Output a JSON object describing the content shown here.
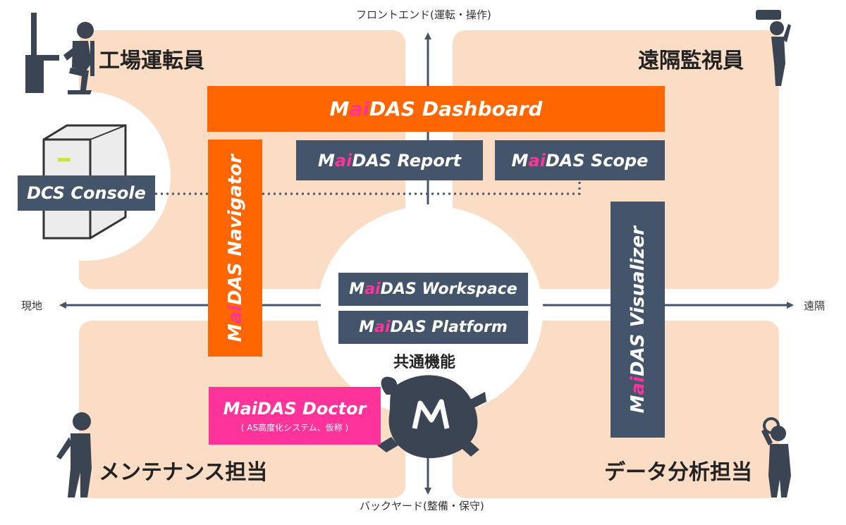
{
  "axes": {
    "top": "フロントエンド(運転・操作)",
    "bottom": "バックヤード(整備・保守)",
    "left": "現地",
    "right": "遠隔"
  },
  "roles": {
    "top_left": "工場運転員",
    "top_right": "遠隔監視員",
    "bottom_left": "メンテナンス担当",
    "bottom_right": "データ分析担当"
  },
  "products": {
    "prefix_m": "M",
    "prefix_ai": "ai",
    "dashboard": "DAS Dashboard",
    "report": "DAS Report",
    "scope": "DAS Scope",
    "navigator": "DAS Navigator",
    "visualizer": "DAS Visualizer",
    "workspace": "DAS Workspace",
    "platform": "DAS Platform",
    "doctor": "MaiDAS Doctor",
    "doctor_sub": "( AS高度化システム、仮称 )",
    "dcs_console": "DCS Console"
  },
  "common_label": "共通機能",
  "icons": [
    "operator-icon",
    "telescope-person-icon",
    "maintenance-person-icon",
    "analyst-person-icon",
    "server-icon",
    "turtle-logo-icon",
    "arrow-icon"
  ],
  "colors": {
    "quadrant": "#fbdcc4",
    "orange": "#ff6600",
    "navy": "#44546a",
    "pink": "#ff3399",
    "axis": "#44546a"
  }
}
